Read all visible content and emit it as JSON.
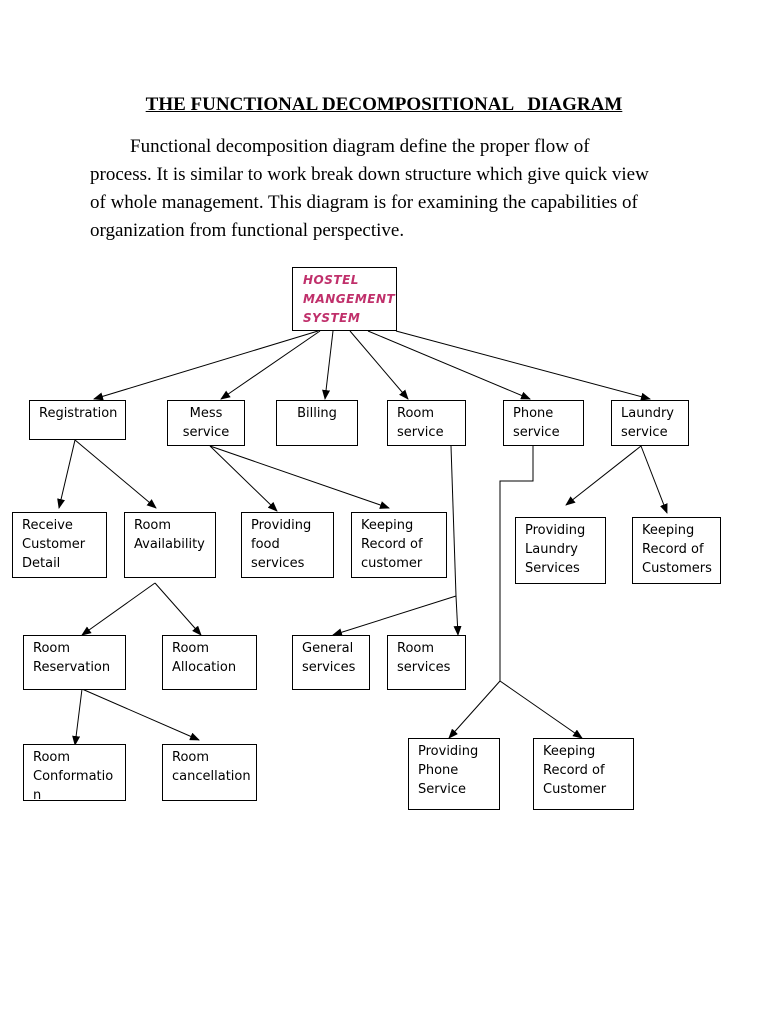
{
  "heading": "THE FUNCTIONAL DECOMPOSITIONAL   DIAGRAM",
  "intro": "Functional decomposition diagram define the proper flow of process. It is similar to work break down structure which give quick view of whole management. This diagram is for examining the capabilities of organization from functional perspective.",
  "colors": {
    "root_text": "#c0306b",
    "line": "#000000"
  },
  "nodes": {
    "root": "HOSTEL\nMANGEMENT\nSYSTEM",
    "registration": "Registration",
    "mess_service": "Mess\nservice",
    "billing": "Billing",
    "room_service": "Room\nservice",
    "phone_service": "Phone\nservice",
    "laundry_service": "Laundry\nservice",
    "receive_customer_detail": "Receive\nCustomer\nDetail",
    "room_availability": "Room\nAvailability",
    "providing_food_services": "Providing\nfood\nservices",
    "keeping_record_of_customer_mess": "Keeping\nRecord of\ncustomer",
    "providing_laundry_services": "Providing\nLaundry\nServices",
    "keeping_record_of_customers_laundry": "Keeping\nRecord of\nCustomers",
    "room_reservation": "Room\nReservation",
    "room_allocation": "Room\nAllocation",
    "general_services": "General\nservices",
    "room_services": "Room\nservices",
    "room_confirmation": "Room\nConformatio\nn",
    "room_cancellation": "Room\ncancellation",
    "providing_phone_service": "Providing\nPhone\nService",
    "keeping_record_of_customer_phone": "Keeping\nRecord of\nCustomer"
  }
}
